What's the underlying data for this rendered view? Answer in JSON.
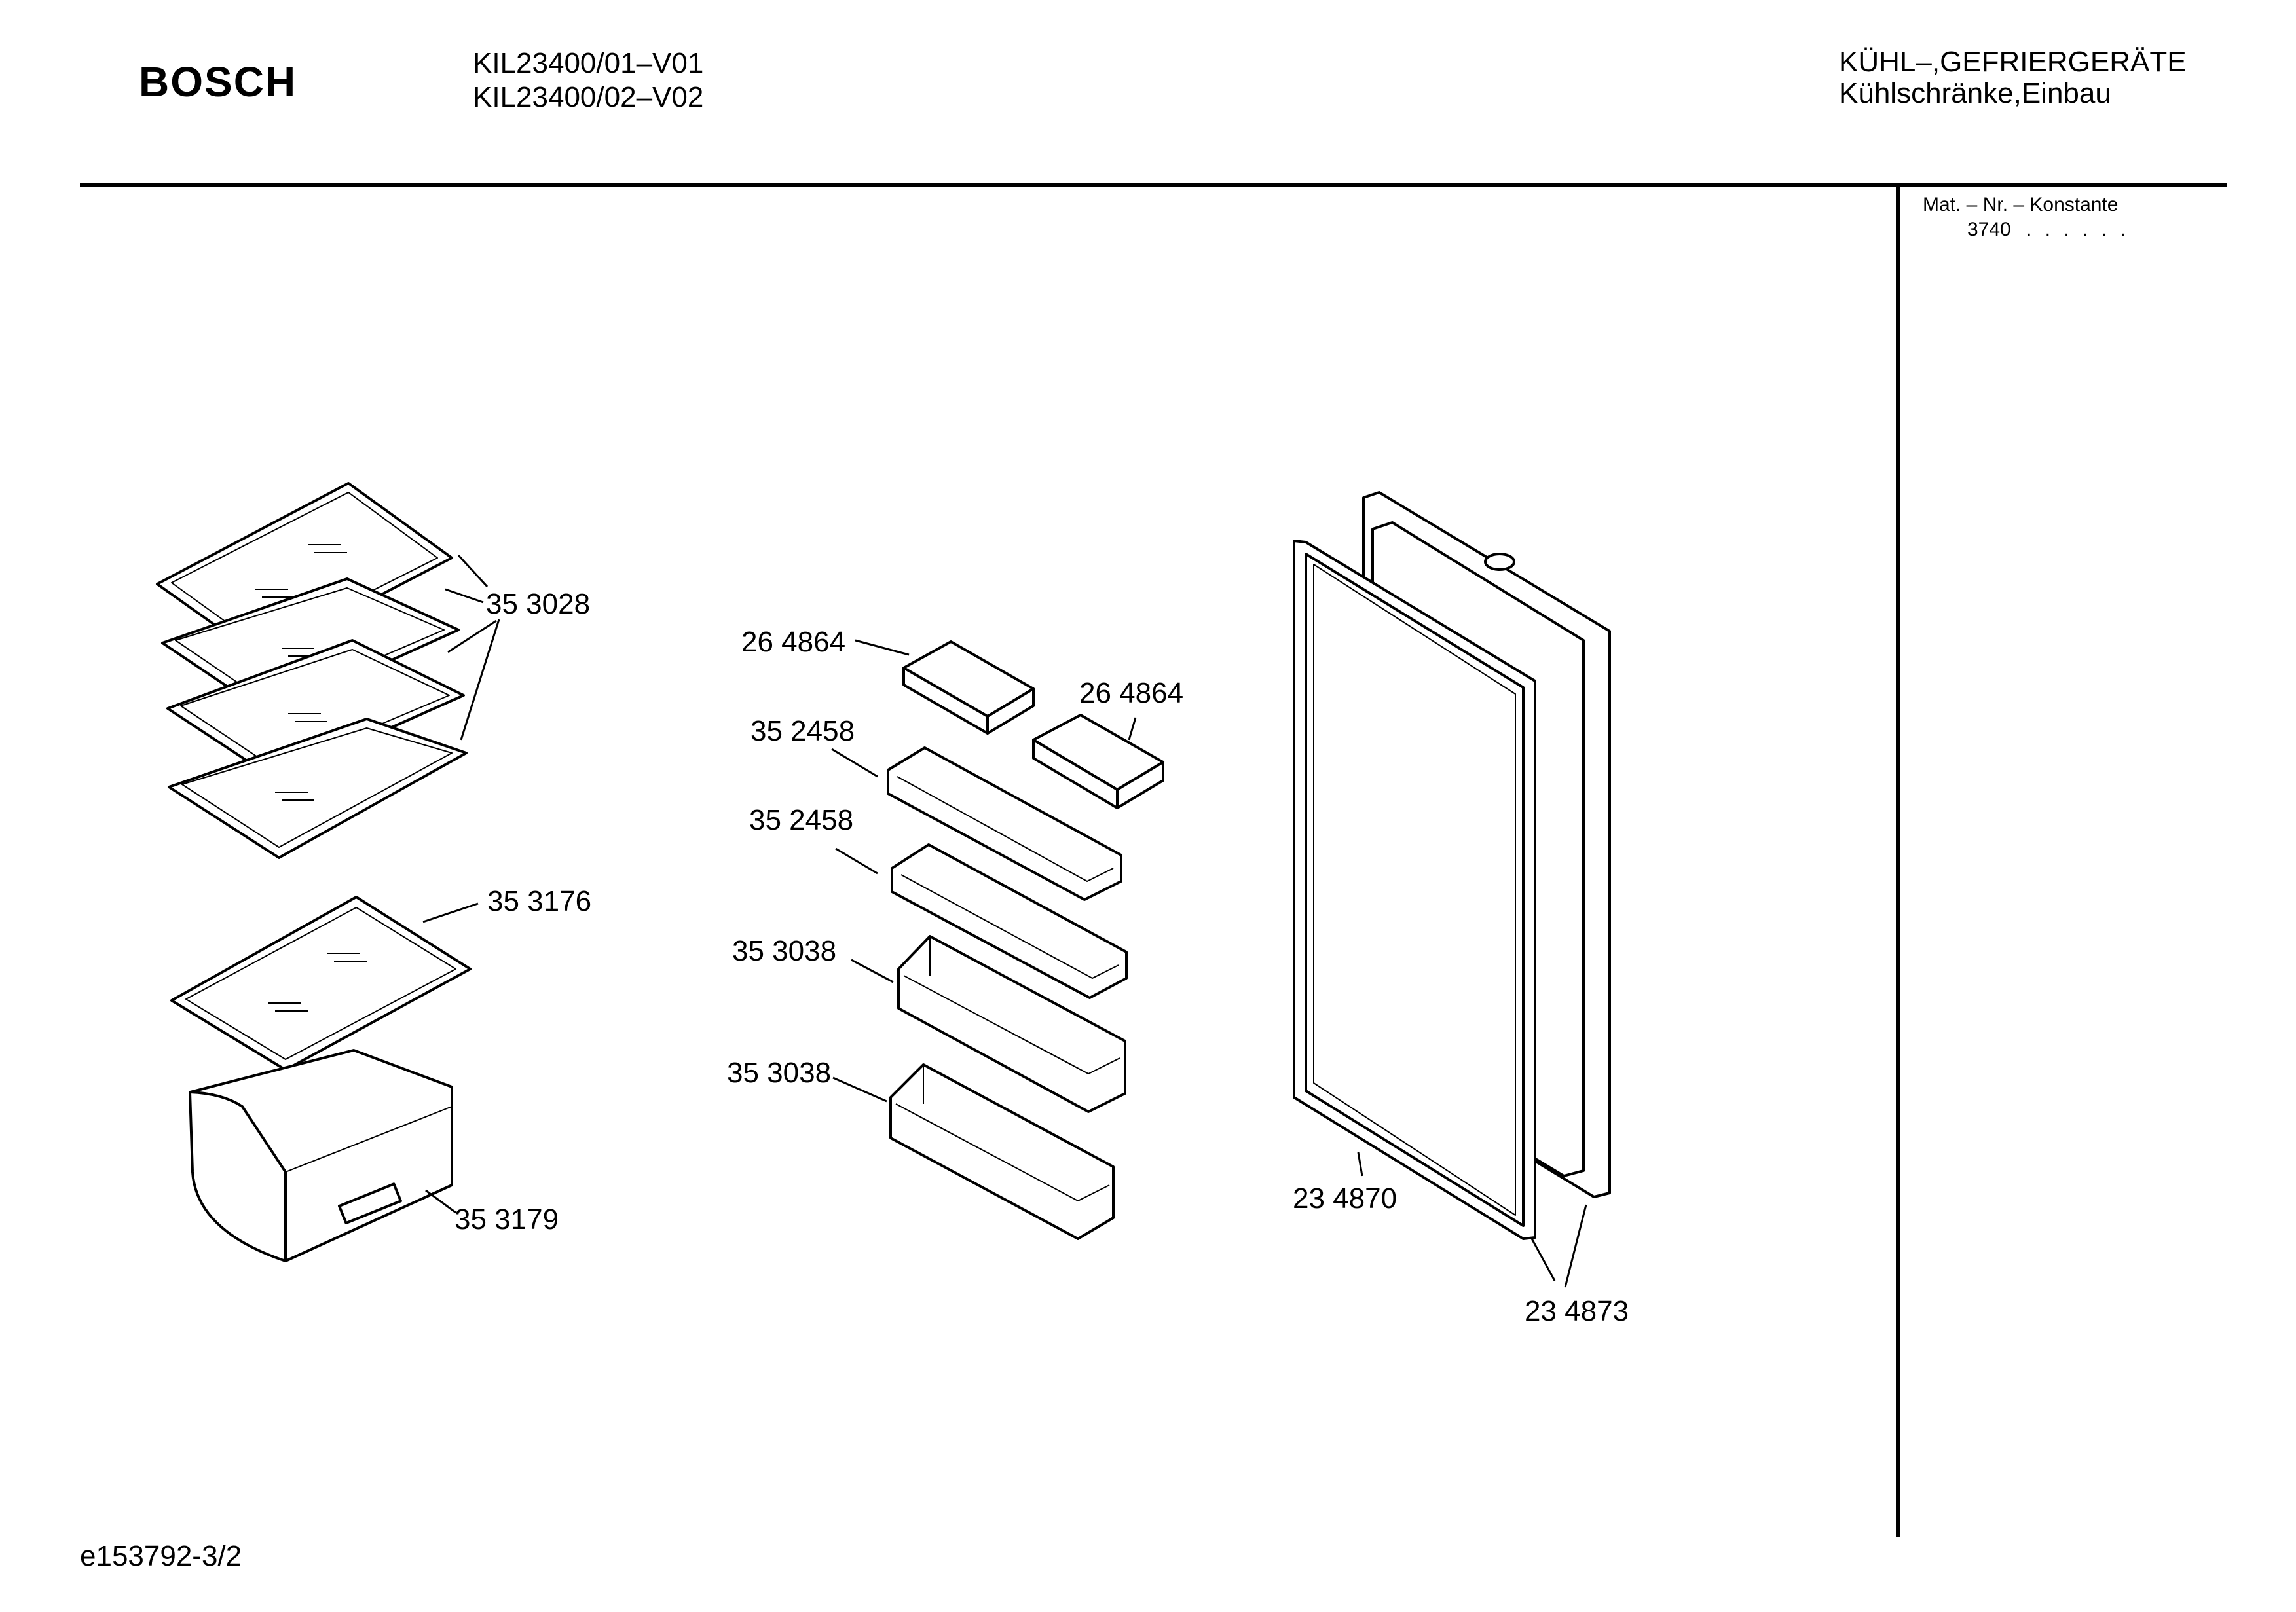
{
  "header": {
    "brand": "BOSCH",
    "models": [
      "KIL23400/01–V01",
      "KIL23400/02–V02"
    ],
    "category_line1": "KÜHL–,GEFRIERGERÄTE",
    "category_line2": "Kühlschränke,Einbau"
  },
  "side_panel": {
    "title": "Mat. – Nr. – Konstante",
    "value": "3740",
    "dots": ". .   . . . ."
  },
  "footer": {
    "code": "e153792-3/2"
  },
  "parts": [
    {
      "id": "353028",
      "label": "35 3028"
    },
    {
      "id": "353176",
      "label": "35 3176"
    },
    {
      "id": "353179",
      "label": "35 3179"
    },
    {
      "id": "264864a",
      "label": "26 4864"
    },
    {
      "id": "264864b",
      "label": "26 4864"
    },
    {
      "id": "352458a",
      "label": "35 2458"
    },
    {
      "id": "352458b",
      "label": "35 2458"
    },
    {
      "id": "353038a",
      "label": "35 3038"
    },
    {
      "id": "353038b",
      "label": "35 3038"
    },
    {
      "id": "234870",
      "label": "23 4870"
    },
    {
      "id": "234873",
      "label": "23 4873"
    }
  ]
}
